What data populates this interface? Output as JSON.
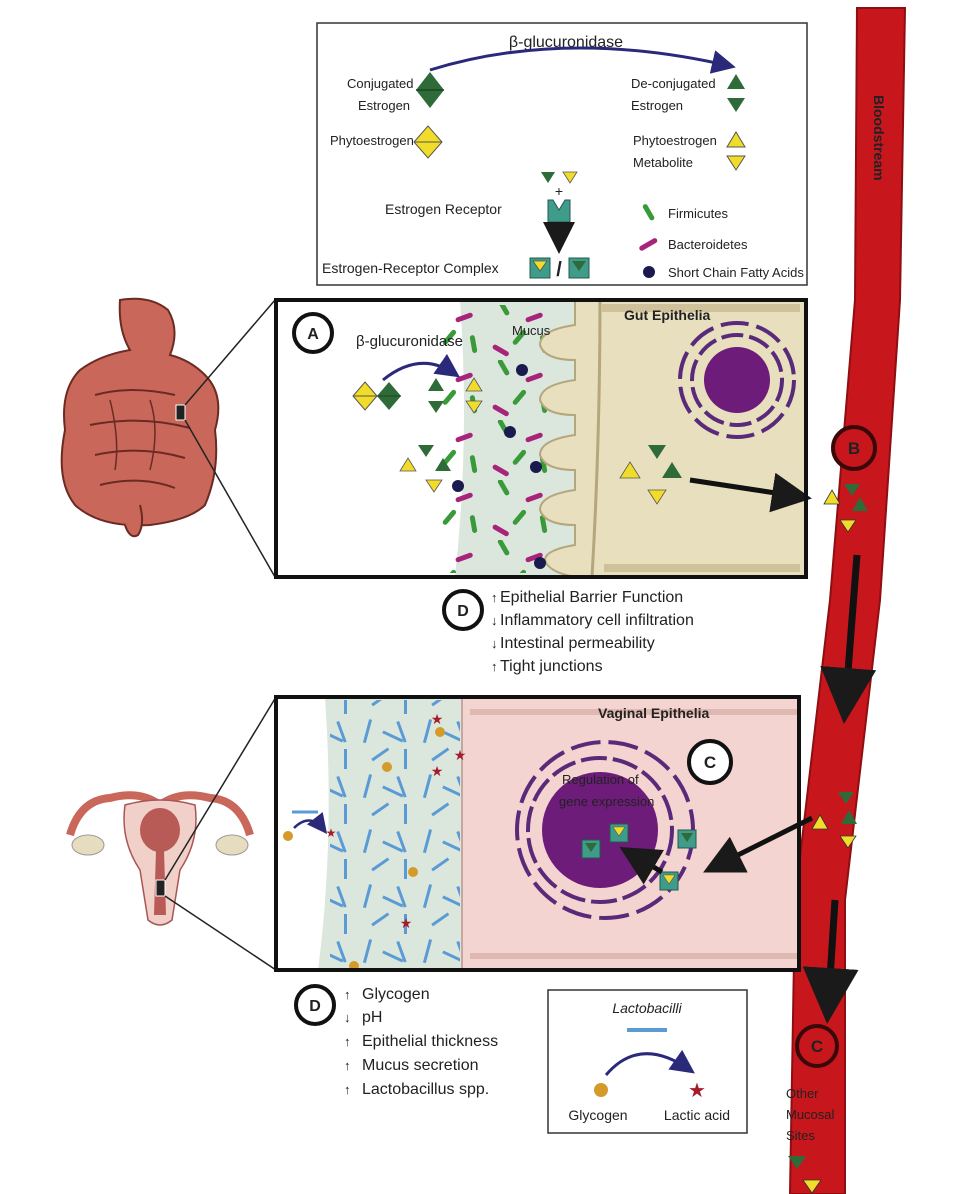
{
  "legend": {
    "enzyme": "β-glucuronidase",
    "conjugated": [
      "Conjugated",
      "Estrogen"
    ],
    "deconjugated": [
      "De-conjugated",
      "Estrogen"
    ],
    "phytoestrogen": "Phytoestrogen",
    "phyto_metabolite": [
      "Phytoestrogen",
      "Metabolite"
    ],
    "receptor": "Estrogen Receptor",
    "complex": "Estrogen-Receptor Complex",
    "firmicutes": "Firmicutes",
    "bacteroidetes": "Bacteroidetes",
    "scfa": "Short Chain Fatty Acids",
    "plus": "+",
    "slash": "/"
  },
  "bloodstream": "Bloodstream",
  "gut_panel": {
    "marker": "A",
    "enzyme": "β-glucuronidase",
    "mucus": "Mucus",
    "title": "Gut Epithelia"
  },
  "gut_effects": {
    "marker": "D",
    "items": [
      {
        "arrow": "↑",
        "text": "Epithelial Barrier Function"
      },
      {
        "arrow": "↓",
        "text": "Inflammatory cell infiltration"
      },
      {
        "arrow": "↓",
        "text": "Intestinal permeability"
      },
      {
        "arrow": "↑",
        "text": "Tight junctions"
      }
    ]
  },
  "vaginal_panel": {
    "title": "Vaginal Epithelia",
    "marker": "C",
    "nucleus_text": [
      "Regulation of",
      "gene expression"
    ]
  },
  "vaginal_effects": {
    "marker": "D",
    "items": [
      {
        "arrow": "↑",
        "text": "Glycogen"
      },
      {
        "arrow": "↓",
        "text": "pH"
      },
      {
        "arrow": "↑",
        "text": "Epithelial thickness"
      },
      {
        "arrow": "↑",
        "text": "Mucus secretion"
      },
      {
        "arrow": "↑",
        "text": "Lactobacillus spp."
      }
    ]
  },
  "lacto_box": {
    "title": "Lactobacilli",
    "glycogen": "Glycogen",
    "lactic": "Lactic acid"
  },
  "blood_markers": {
    "b": "B",
    "c": "C"
  },
  "other_sites": [
    "Other",
    "Mucosal",
    "Sites"
  ],
  "colors": {
    "blood": "#c8161d",
    "conj_green": "#2e6b38",
    "yellow": "#f2dc2a",
    "receptor_teal": "#3f9c8a",
    "firmicutes": "#3a9a3a",
    "bacteroidetes": "#a8237a",
    "scfa": "#1b1a4e",
    "mucus": "#dbe6dc",
    "gut_cell": "#e8dfbf",
    "vag_cell": "#f3d4d0",
    "nucleus": "#6e1c7a",
    "lacto_blue": "#5b9bd5",
    "glycogen": "#d49a2a",
    "lactic": "#a41c2c",
    "enzyme_arrow": "#2b2a7a"
  }
}
